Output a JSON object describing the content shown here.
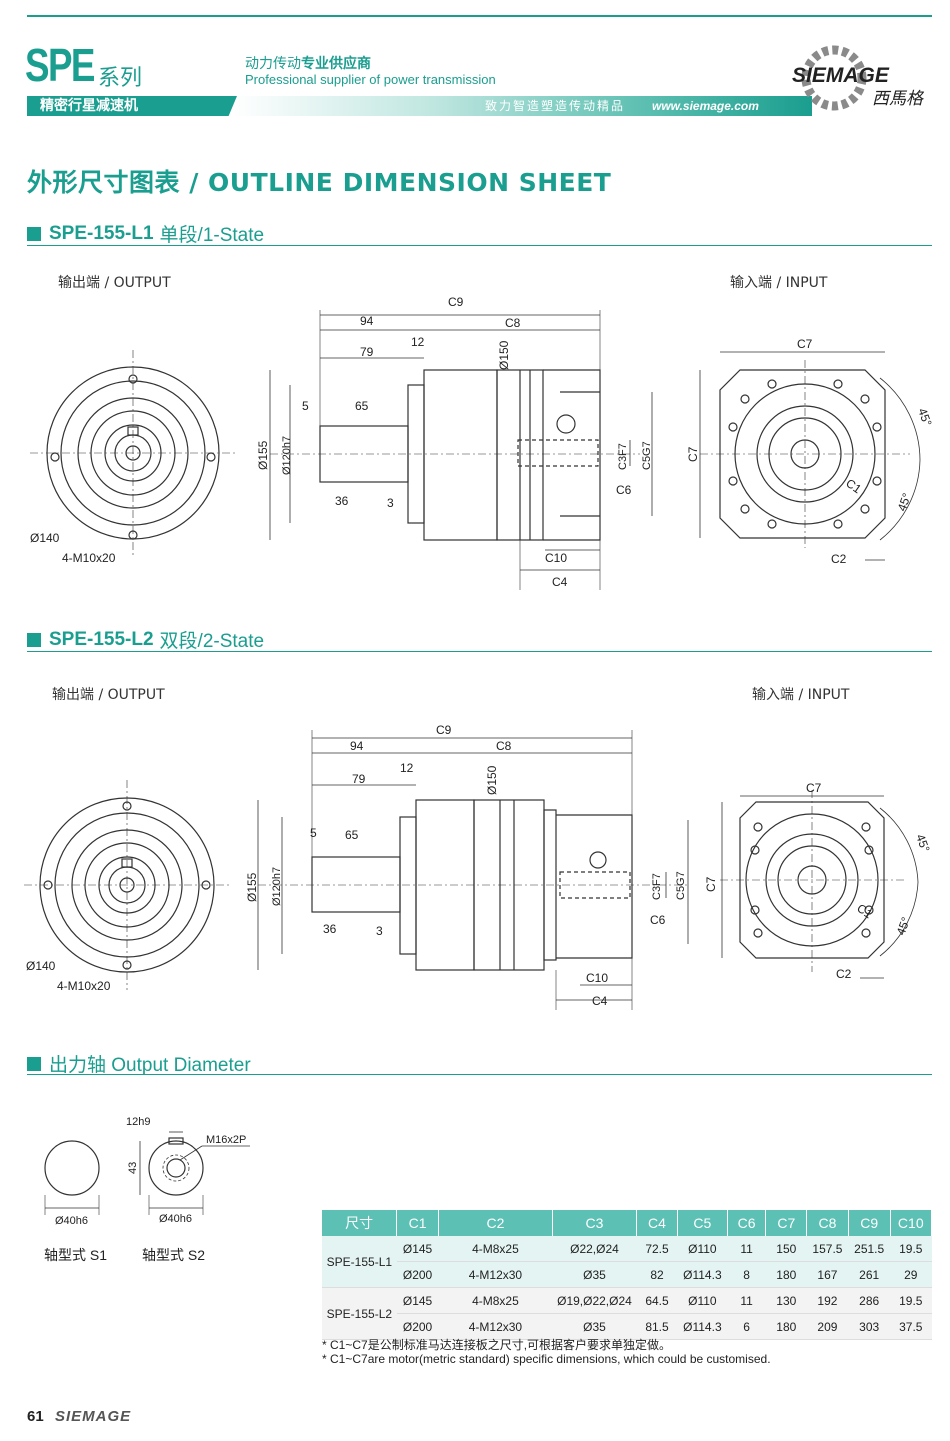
{
  "header": {
    "series_code": "SPE",
    "series_word": "系列",
    "product_type": "精密行星减速机",
    "supplier_cn_a": "动力传动",
    "supplier_cn_b": "专业供应商",
    "supplier_en": "Professional supplier of power transmission",
    "slogan": "致力智造塑造传动精品",
    "website": "www.siemage.com",
    "logo_text": "SIEMAGE",
    "logo_cn": "西馬格",
    "brand_color": "#1a9e8f"
  },
  "sheet_title": "外形尺寸图表 / OUTLINE DIMENSION SHEET",
  "sections": {
    "l1": {
      "model": "SPE-155-L1",
      "stage": "单段/1-State",
      "output_label": "输出端 / OUTPUT",
      "input_label": "输入端 / INPUT"
    },
    "l2": {
      "model": "SPE-155-L2",
      "stage": "双段/2-State",
      "output_label": "输出端 / OUTPUT",
      "input_label": "输入端 / INPUT"
    },
    "shaft": {
      "title": "出力轴 Output Diameter"
    }
  },
  "drawing_labels": {
    "c1": "C1",
    "c2": "C2",
    "c3": "C3F7",
    "c4": "C4",
    "c5": "C5G7",
    "c6": "C6",
    "c7": "C7",
    "c8": "C8",
    "c9": "C9",
    "c10": "C10",
    "d94": "94",
    "d79": "79",
    "d12": "12",
    "d5": "5",
    "d65": "65",
    "d36": "36",
    "d3": "3",
    "d150": "Ø150",
    "d155": "Ø155",
    "d120": "Ø120h7",
    "d140": "Ø140",
    "bolt": "4-M10x20",
    "angle": "45°"
  },
  "shaft_labels": {
    "key_width": "12h9",
    "thread": "M16x2P",
    "height": "43",
    "dia": "Ø40h6",
    "s1": "轴型式 S1",
    "s2": "轴型式 S2"
  },
  "table": {
    "headers": [
      "尺寸",
      "C1",
      "C2",
      "C3",
      "C4",
      "C5",
      "C6",
      "C7",
      "C8",
      "C9",
      "C10"
    ],
    "groups": [
      {
        "model": "SPE-155-L1",
        "rows": [
          [
            "Ø145",
            "4-M8x25",
            "Ø22,Ø24",
            "72.5",
            "Ø110",
            "11",
            "150",
            "157.5",
            "251.5",
            "19.5"
          ],
          [
            "Ø200",
            "4-M12x30",
            "Ø35",
            "82",
            "Ø114.3",
            "8",
            "180",
            "167",
            "261",
            "29"
          ]
        ]
      },
      {
        "model": "SPE-155-L2",
        "rows": [
          [
            "Ø145",
            "4-M8x25",
            "Ø19,Ø22,Ø24",
            "64.5",
            "Ø110",
            "11",
            "130",
            "192",
            "286",
            "19.5"
          ],
          [
            "Ø200",
            "4-M12x30",
            "Ø35",
            "81.5",
            "Ø114.3",
            "6",
            "180",
            "209",
            "303",
            "37.5"
          ]
        ]
      }
    ]
  },
  "notes": [
    "* C1~C7是公制标准马达连接板之尺寸,可根据客户要求单独定做。",
    "* C1~C7are motor(metric standard)  specific dimensions, which could be customised."
  ],
  "footer": {
    "page": "61",
    "brand": "SIEMAGE"
  }
}
